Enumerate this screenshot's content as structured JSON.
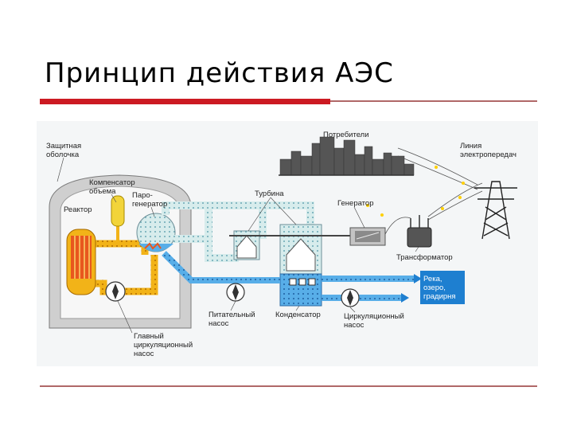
{
  "title": "Принцип действия АЭС",
  "labels": {
    "containment": [
      "Защитная",
      "оболочка"
    ],
    "pressurizer": [
      "Компенсатор",
      "объема"
    ],
    "steam_gen": [
      "Паро-",
      "генератор"
    ],
    "reactor": "Реактор",
    "turbine": "Турбина",
    "consumers": "Потребители",
    "generator": "Генератор",
    "power_line": [
      "Линия",
      "электропередач"
    ],
    "transformer": "Трансформатор",
    "water_source": [
      "Река,",
      "озеро,",
      "градирня"
    ],
    "feed_pump": [
      "Питательный",
      "насос"
    ],
    "condenser": "Конденсатор",
    "circ_pump": [
      "Циркуляционный",
      "насос"
    ],
    "main_circ_pump": [
      "Главный",
      "циркуляционный",
      "насос"
    ]
  },
  "colors": {
    "accent_red": "#cc1a22",
    "primary_loop": "#f2b318",
    "steam": "#d7ecec",
    "cooling_water": "#58aee8",
    "reactor_core": "#e8571e",
    "containment": "#d0d0d0",
    "water_box": "#1e7fd0"
  },
  "icons": [
    "reactor-core",
    "pump-icon",
    "transmission-tower-icon",
    "city-buildings-icon",
    "electric-spark-icon"
  ]
}
